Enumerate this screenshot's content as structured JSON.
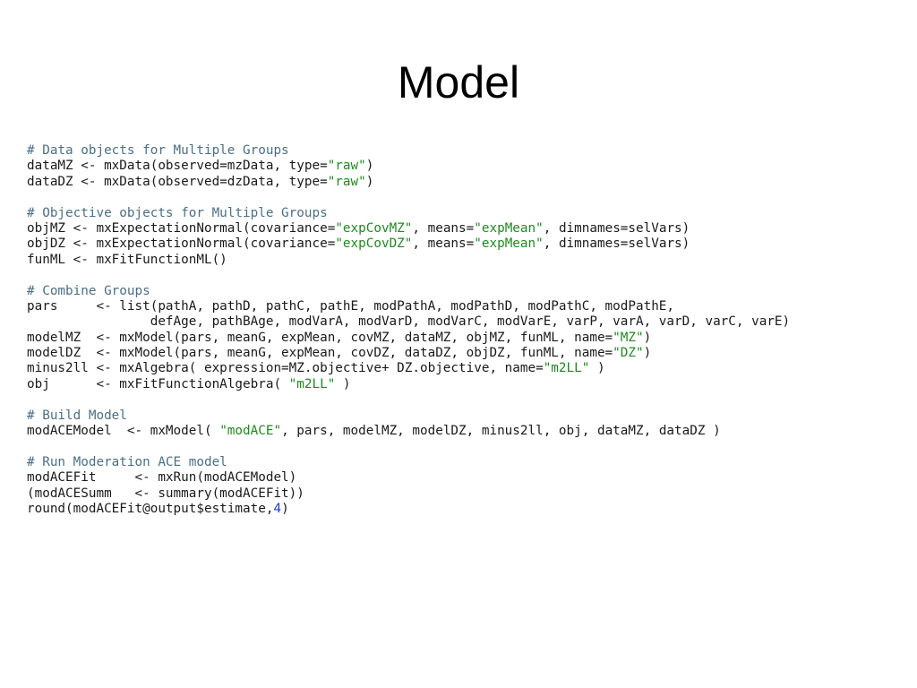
{
  "slide": {
    "title": "Model"
  },
  "colors": {
    "comment": "#4a6f86",
    "string": "#1f8a1f",
    "number": "#1a3fd6",
    "code": "#1a1a1a"
  },
  "code": [
    [
      {
        "t": "# Data objects for Multiple Groups",
        "c": "comment"
      }
    ],
    [
      {
        "t": "dataMZ <- mxData(observed=mzData, type="
      },
      {
        "t": "\"raw\"",
        "c": "str"
      },
      {
        "t": ")"
      }
    ],
    [
      {
        "t": "dataDZ <- mxData(observed=dzData, type="
      },
      {
        "t": "\"raw\"",
        "c": "str"
      },
      {
        "t": ")"
      }
    ],
    [],
    [
      {
        "t": "# Objective objects for Multiple Groups",
        "c": "comment"
      }
    ],
    [
      {
        "t": "objMZ <- mxExpectationNormal(covariance="
      },
      {
        "t": "\"expCovMZ\"",
        "c": "str"
      },
      {
        "t": ", means="
      },
      {
        "t": "\"expMean\"",
        "c": "str"
      },
      {
        "t": ", dimnames=selVars)"
      }
    ],
    [
      {
        "t": "objDZ <- mxExpectationNormal(covariance="
      },
      {
        "t": "\"expCovDZ\"",
        "c": "str"
      },
      {
        "t": ", means="
      },
      {
        "t": "\"expMean\"",
        "c": "str"
      },
      {
        "t": ", dimnames=selVars)"
      }
    ],
    [
      {
        "t": "funML <- mxFitFunctionML()"
      }
    ],
    [],
    [
      {
        "t": "# Combine Groups",
        "c": "comment"
      }
    ],
    [
      {
        "t": "pars     <- list(pathA, pathD, pathC, pathE, modPathA, modPathD, modPathC, modPathE,"
      }
    ],
    [
      {
        "t": "                defAge, pathBAge, modVarA, modVarD, modVarC, modVarE, varP, varA, varD, varC, varE)"
      }
    ],
    [
      {
        "t": "modelMZ  <- mxModel(pars, meanG, expMean, covMZ, dataMZ, objMZ, funML, name="
      },
      {
        "t": "\"MZ\"",
        "c": "str"
      },
      {
        "t": ")"
      }
    ],
    [
      {
        "t": "modelDZ  <- mxModel(pars, meanG, expMean, covDZ, dataDZ, objDZ, funML, name="
      },
      {
        "t": "\"DZ\"",
        "c": "str"
      },
      {
        "t": ")"
      }
    ],
    [
      {
        "t": "minus2ll <- mxAlgebra( expression=MZ.objective+ DZ.objective, name="
      },
      {
        "t": "\"m2LL\"",
        "c": "str"
      },
      {
        "t": " )"
      }
    ],
    [
      {
        "t": "obj      <- mxFitFunctionAlgebra( "
      },
      {
        "t": "\"m2LL\"",
        "c": "str"
      },
      {
        "t": " )"
      }
    ],
    [],
    [
      {
        "t": "# Build Model",
        "c": "comment"
      }
    ],
    [
      {
        "t": "modACEModel  <- mxModel( "
      },
      {
        "t": "\"modACE\"",
        "c": "str"
      },
      {
        "t": ", pars, modelMZ, modelDZ, minus2ll, obj, dataMZ, dataDZ )"
      }
    ],
    [],
    [
      {
        "t": "# Run Moderation ACE model",
        "c": "comment"
      }
    ],
    [
      {
        "t": "modACEFit     <- mxRun(modACEModel)"
      }
    ],
    [
      {
        "t": "(modACESumm   <- summary(modACEFit))"
      }
    ],
    [
      {
        "t": "round(modACEFit@output$estimate,"
      },
      {
        "t": "4",
        "c": "num"
      },
      {
        "t": ")"
      }
    ]
  ]
}
